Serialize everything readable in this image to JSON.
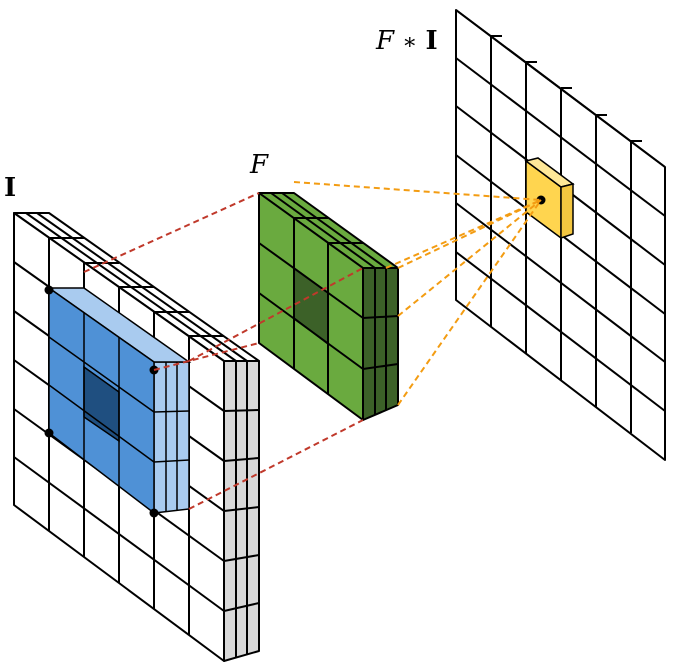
{
  "labels": {
    "input_symbol": "I",
    "filter_symbol": "F",
    "output_symbol_f": "F",
    "output_symbol_op": "∗",
    "output_symbol_i": "I"
  },
  "colors": {
    "filter_fill": "#6aaa3f",
    "filter_dark": "#3c6128",
    "window_fill": "#4f91d6",
    "window_dark": "#1f4f80",
    "window_side": "#a9cbef",
    "output_cell": "#ffdb6e",
    "red_dash": "#c0392b",
    "orange_dash": "#f39c12",
    "side_gray": "#d8d8d8"
  }
}
